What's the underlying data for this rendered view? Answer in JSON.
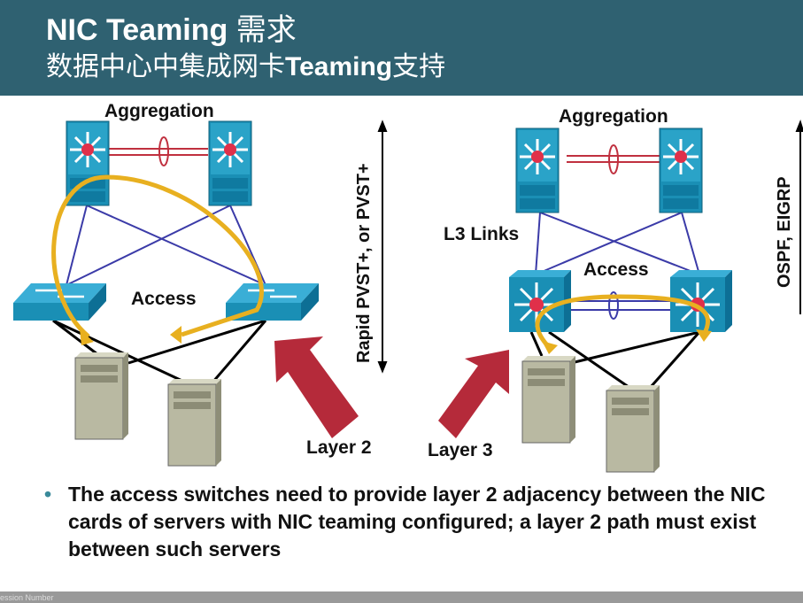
{
  "header": {
    "title_prefix": "NIC Teaming ",
    "title_suffix": "需求",
    "subtitle_a": "数据中心中集成网卡",
    "subtitle_b": "Teaming",
    "subtitle_c": "支持"
  },
  "left_diagram": {
    "aggregation": "Aggregation",
    "access": "Access",
    "layer": "Layer 2",
    "protocol": "Rapid PVST+, or PVST+"
  },
  "right_diagram": {
    "aggregation": "Aggregation",
    "access": "Access",
    "l3_links": "L3 Links",
    "layer": "Layer 3",
    "protocol": "OSPF, EIGRP"
  },
  "bullet": "The access switches need to provide layer 2 adjacency between the NIC cards of servers with NIC teaming configured; a layer 2 path must exist between such servers",
  "footer": "ession Number",
  "colors": {
    "header": "#2f6171",
    "switch": "#1a8fb5",
    "link": "#3b3ba8",
    "path": "#e8b020",
    "arrow": "#b52a3a"
  }
}
